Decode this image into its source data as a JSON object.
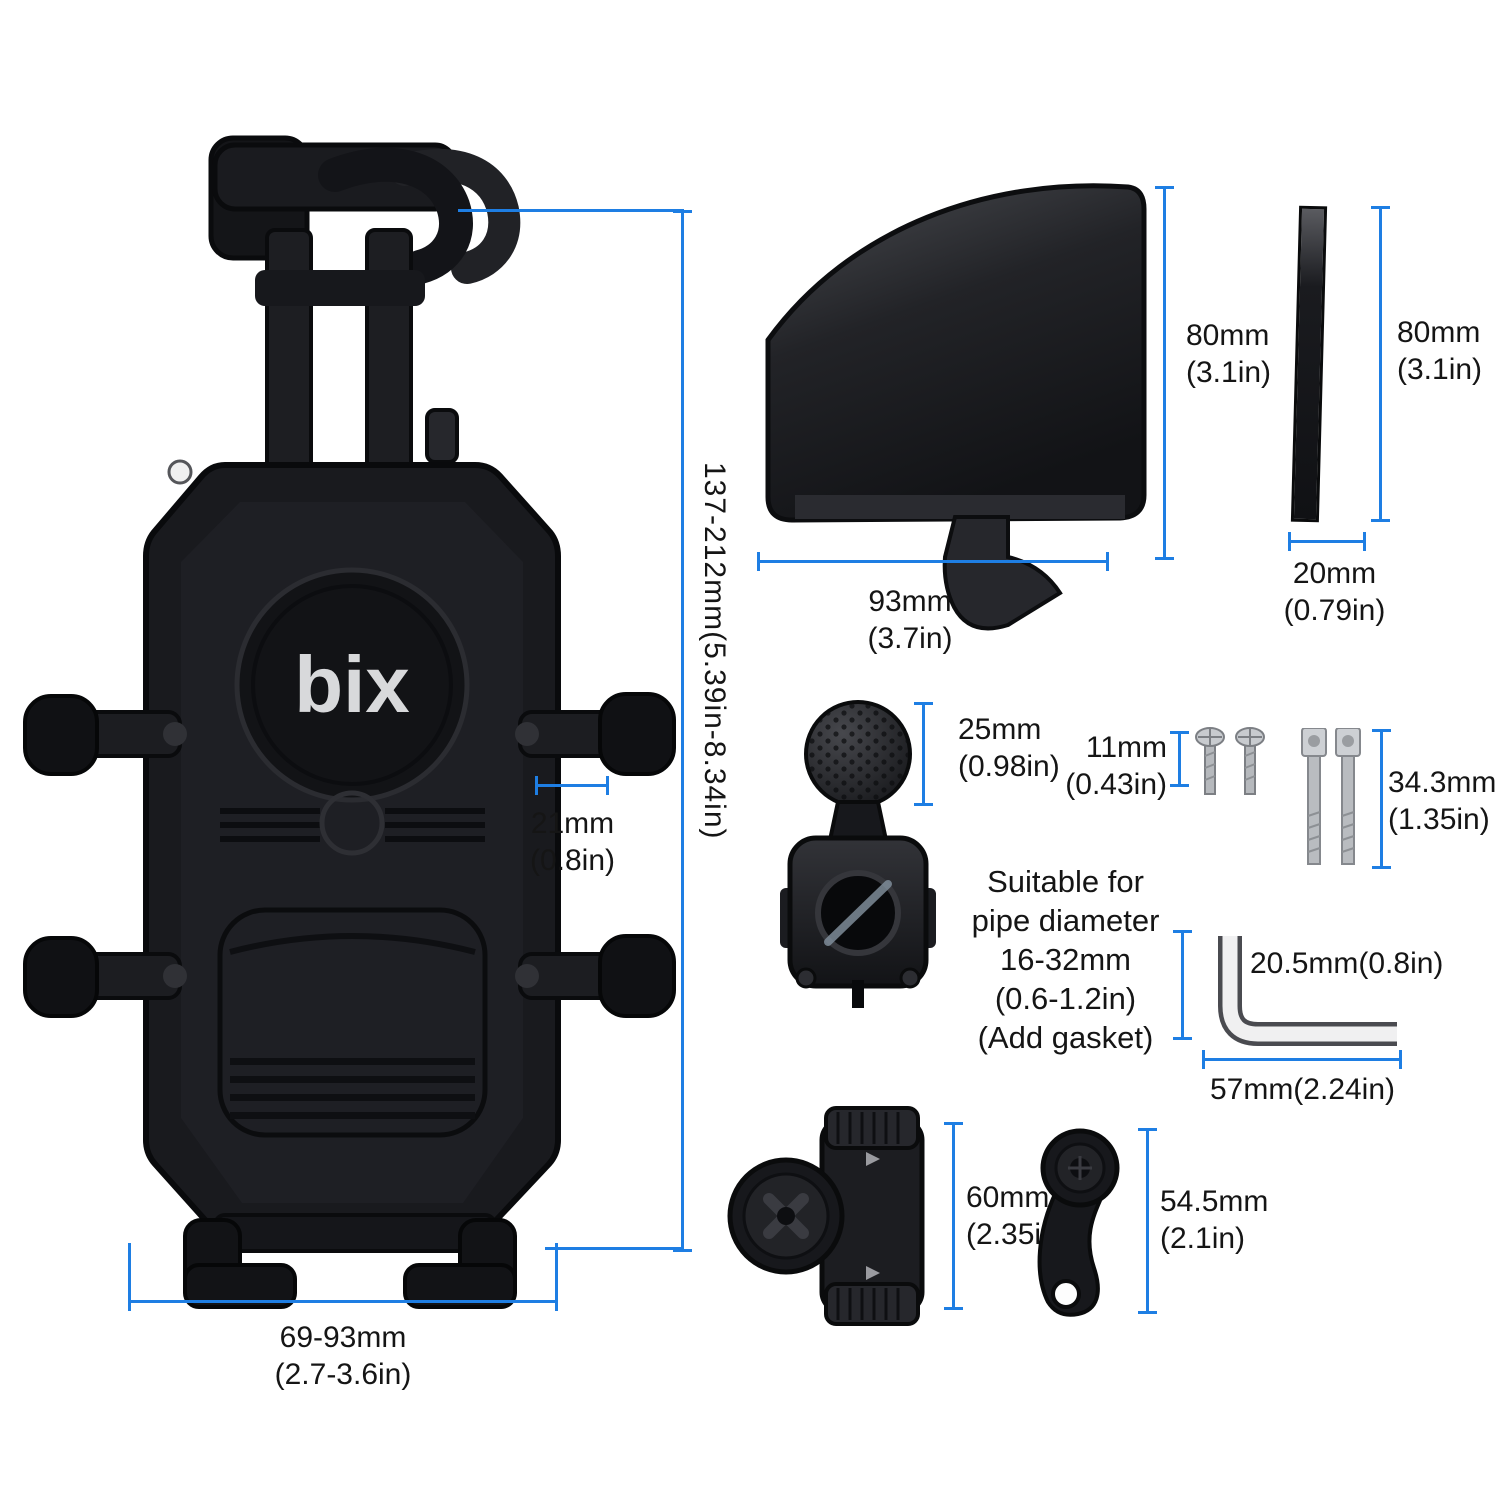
{
  "diagram": {
    "brand_logo": "bix",
    "colors": {
      "dimension_line": "#1e7ee3",
      "product": "#17181b",
      "background": "#ffffff",
      "text": "#151515"
    },
    "parts": {
      "phone_holder": {
        "height_label": "137-212mm(5.39in-8.34in)",
        "width_label": "69-93mm\n(2.7-3.6in)",
        "arm_label": "21mm\n(0.8in)"
      },
      "visor": {
        "height_label": "80mm\n(3.1in)",
        "width_label": "93mm\n(3.7in)"
      },
      "strip": {
        "height_label": "80mm\n(3.1in)",
        "width_label": "20mm\n(0.79in)"
      },
      "ball_mount": {
        "ball_label": "25mm\n(0.98in)",
        "note": "Suitable for\npipe diameter\n16-32mm\n(0.6-1.2in)\n(Add gasket)"
      },
      "screws": {
        "label": "11mm\n(0.43in)"
      },
      "bolts": {
        "label": "34.3mm\n(1.35in)"
      },
      "hex_key": {
        "short_label": "20.5mm(0.8in)",
        "long_label": "57mm(2.24in)"
      },
      "clamp_arm": {
        "label": "60mm\n(2.35in)"
      },
      "lever_arm": {
        "label": "54.5mm\n(2.1in)"
      }
    }
  }
}
